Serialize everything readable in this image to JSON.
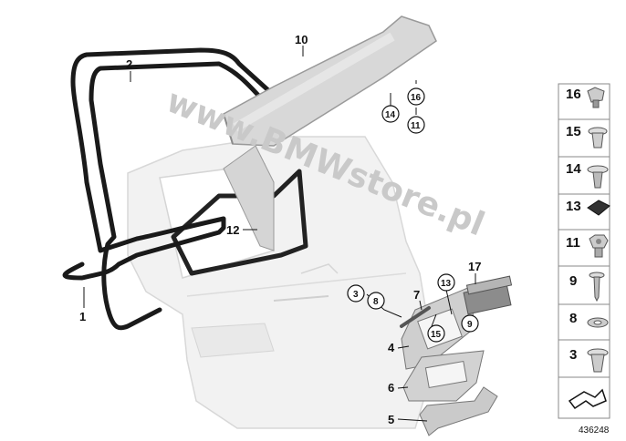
{
  "watermark": "www.BMWstore.pl",
  "document_number": "436248",
  "callouts": {
    "c1": "1",
    "c2": "2",
    "c3": "3",
    "c4": "4",
    "c5": "5",
    "c6": "6",
    "c7": "7",
    "c8": "8",
    "c9": "9",
    "c10": "10",
    "c11": "11",
    "c12": "12",
    "c13": "13",
    "c14": "14",
    "c15": "15",
    "c16": "16",
    "c17": "17"
  },
  "side_panel": [
    {
      "number": "16",
      "icon": "clip-nut-icon"
    },
    {
      "number": "15",
      "icon": "expanding-rivet-icon"
    },
    {
      "number": "14",
      "icon": "push-clip-icon"
    },
    {
      "number": "13",
      "icon": "foam-pad-icon"
    },
    {
      "number": "11",
      "icon": "hex-nut-icon"
    },
    {
      "number": "9",
      "icon": "screw-icon"
    },
    {
      "number": "8",
      "icon": "washer-icon"
    },
    {
      "number": "3",
      "icon": "expanding-nut-icon"
    },
    {
      "number": "",
      "icon": "arrow-symbol-icon"
    }
  ]
}
